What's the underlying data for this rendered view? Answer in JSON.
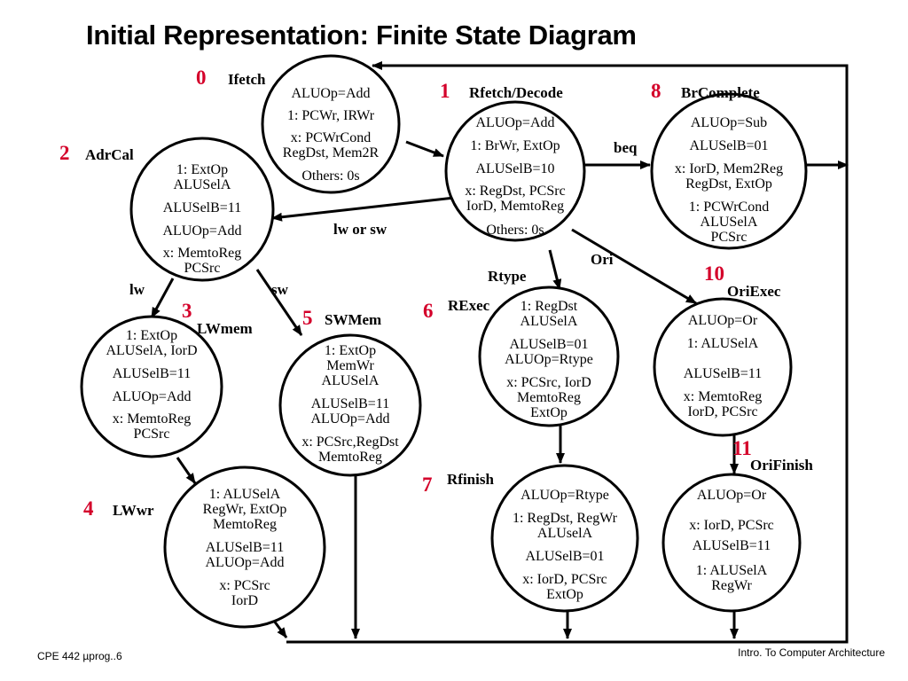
{
  "title": "Initial Representation: Finite State Diagram",
  "footer": {
    "left": "CPE 442  µprog..6",
    "right": "Intro. To Computer Architecture"
  },
  "colors": {
    "number": "#d4002a",
    "ink": "#000000",
    "background": "#ffffff"
  },
  "states": [
    {
      "number": "0",
      "name": "Ifetch",
      "lines": [
        "ALUOp=Add",
        "1: PCWr, IRWr",
        "x: PCWrCond",
        "RegDst, Mem2R",
        "Others: 0s"
      ]
    },
    {
      "number": "1",
      "name": "Rfetch/Decode",
      "lines": [
        "ALUOp=Add",
        "1: BrWr, ExtOp",
        "ALUSelB=10",
        "x: RegDst, PCSrc",
        "IorD, MemtoReg",
        "Others: 0s"
      ]
    },
    {
      "number": "8",
      "name": "BrComplete",
      "lines": [
        "ALUOp=Sub",
        "ALUSelB=01",
        "x: IorD, Mem2Reg",
        "RegDst, ExtOp",
        "1: PCWrCond",
        "ALUSelA",
        "PCSrc"
      ]
    },
    {
      "number": "2",
      "name": "AdrCal",
      "lines": [
        "1: ExtOp",
        "ALUSelA",
        "ALUSelB=11",
        "ALUOp=Add",
        "x: MemtoReg",
        "PCSrc"
      ]
    },
    {
      "number": "3",
      "name": "LWmem",
      "lines": [
        "1: ExtOp",
        "ALUSelA, IorD",
        "ALUSelB=11",
        "ALUOp=Add",
        "x: MemtoReg",
        "PCSrc"
      ]
    },
    {
      "number": "5",
      "name": "SWMem",
      "lines": [
        "1: ExtOp",
        "MemWr",
        "ALUSelA",
        "ALUSelB=11",
        "ALUOp=Add",
        "x: PCSrc,RegDst",
        "MemtoReg"
      ]
    },
    {
      "number": "6",
      "name": "RExec",
      "lines": [
        "1: RegDst",
        "ALUSelA",
        "ALUSelB=01",
        "ALUOp=Rtype",
        "x: PCSrc, IorD",
        "MemtoReg",
        "ExtOp"
      ]
    },
    {
      "number": "10",
      "name": "OriExec",
      "lines": [
        "ALUOp=Or",
        "1: ALUSelA",
        "ALUSelB=11",
        "x: MemtoReg",
        "IorD, PCSrc"
      ]
    },
    {
      "number": "4",
      "name": "LWwr",
      "lines": [
        "1: ALUSelA",
        "RegWr, ExtOp",
        "MemtoReg",
        "ALUSelB=11",
        "ALUOp=Add",
        "x: PCSrc",
        "IorD"
      ]
    },
    {
      "number": "7",
      "name": "Rfinish",
      "lines": [
        "ALUOp=Rtype",
        "1: RegDst, RegWr",
        "ALUselA",
        "ALUSelB=01",
        "x: IorD, PCSrc",
        "ExtOp"
      ]
    },
    {
      "number": "11",
      "name": "OriFinish",
      "lines": [
        "ALUOp=Or",
        "x: IorD, PCSrc",
        "ALUSelB=11",
        "1: ALUSelA",
        "RegWr"
      ]
    }
  ],
  "edge_labels": {
    "beq": "beq",
    "lw_or_sw": "lw or sw",
    "lw": "lw",
    "sw": "sw",
    "rtype": "Rtype",
    "ori": "Ori"
  }
}
